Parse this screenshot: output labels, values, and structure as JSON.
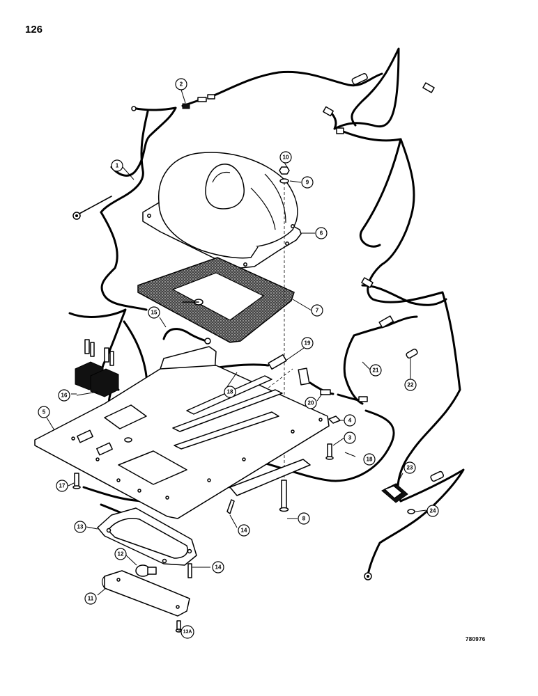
{
  "page": {
    "number": "126",
    "figure_code": "780976"
  },
  "callouts": [
    {
      "id": "c1",
      "label": "1"
    },
    {
      "id": "c2",
      "label": "2"
    },
    {
      "id": "c3",
      "label": "3"
    },
    {
      "id": "c4",
      "label": "4"
    },
    {
      "id": "c5",
      "label": "5"
    },
    {
      "id": "c6",
      "label": "6"
    },
    {
      "id": "c7",
      "label": "7"
    },
    {
      "id": "c8",
      "label": "8"
    },
    {
      "id": "c9",
      "label": "9"
    },
    {
      "id": "c10",
      "label": "10"
    },
    {
      "id": "c11",
      "label": "11"
    },
    {
      "id": "c12",
      "label": "12"
    },
    {
      "id": "c13",
      "label": "13"
    },
    {
      "id": "c13a",
      "label": "13A"
    },
    {
      "id": "c14a",
      "label": "14"
    },
    {
      "id": "c14b",
      "label": "14"
    },
    {
      "id": "c15",
      "label": "15"
    },
    {
      "id": "c16",
      "label": "16"
    },
    {
      "id": "c17",
      "label": "17"
    },
    {
      "id": "c18a",
      "label": "18"
    },
    {
      "id": "c18b",
      "label": "18"
    },
    {
      "id": "c19",
      "label": "19"
    },
    {
      "id": "c20",
      "label": "20"
    },
    {
      "id": "c21",
      "label": "21"
    },
    {
      "id": "c22",
      "label": "22"
    },
    {
      "id": "c23",
      "label": "23"
    },
    {
      "id": "c24",
      "label": "24"
    }
  ]
}
